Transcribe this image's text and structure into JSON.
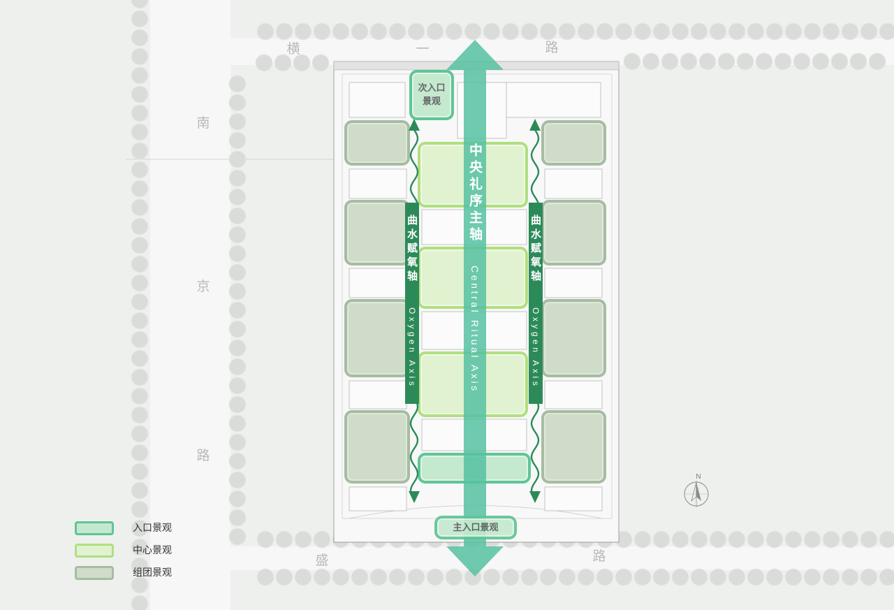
{
  "roads": {
    "top": [
      "横",
      "一",
      "路"
    ],
    "left": [
      "南",
      "京",
      "路"
    ],
    "bottom": [
      "盛",
      "路"
    ]
  },
  "central_axis": {
    "label_cn": "中央礼序主轴",
    "label_en": "Central Ritual Axis",
    "color": "#56c1a1"
  },
  "side_axes": {
    "color": "#2c8a59",
    "left": {
      "label_cn": "曲水赋氧轴",
      "label_en": "Oxygen Axis"
    },
    "right": {
      "label_cn": "曲水赋氧轴",
      "label_en": "Oxygen Axis"
    }
  },
  "zones": {
    "secondary_entrance": {
      "line1": "次入口",
      "line2": "景观"
    },
    "main_entrance": "主入口景观"
  },
  "legend": [
    {
      "key": "entrance",
      "label": "入口景观",
      "border": "#5fc596",
      "fill": "#c4e9cf"
    },
    {
      "key": "central",
      "label": "中心景观",
      "border": "#b0df80",
      "fill": "#e0f2cf"
    },
    {
      "key": "group",
      "label": "组团景观",
      "border": "#a7bca1",
      "fill": "#cfdcc9"
    }
  ],
  "north_label": "N"
}
